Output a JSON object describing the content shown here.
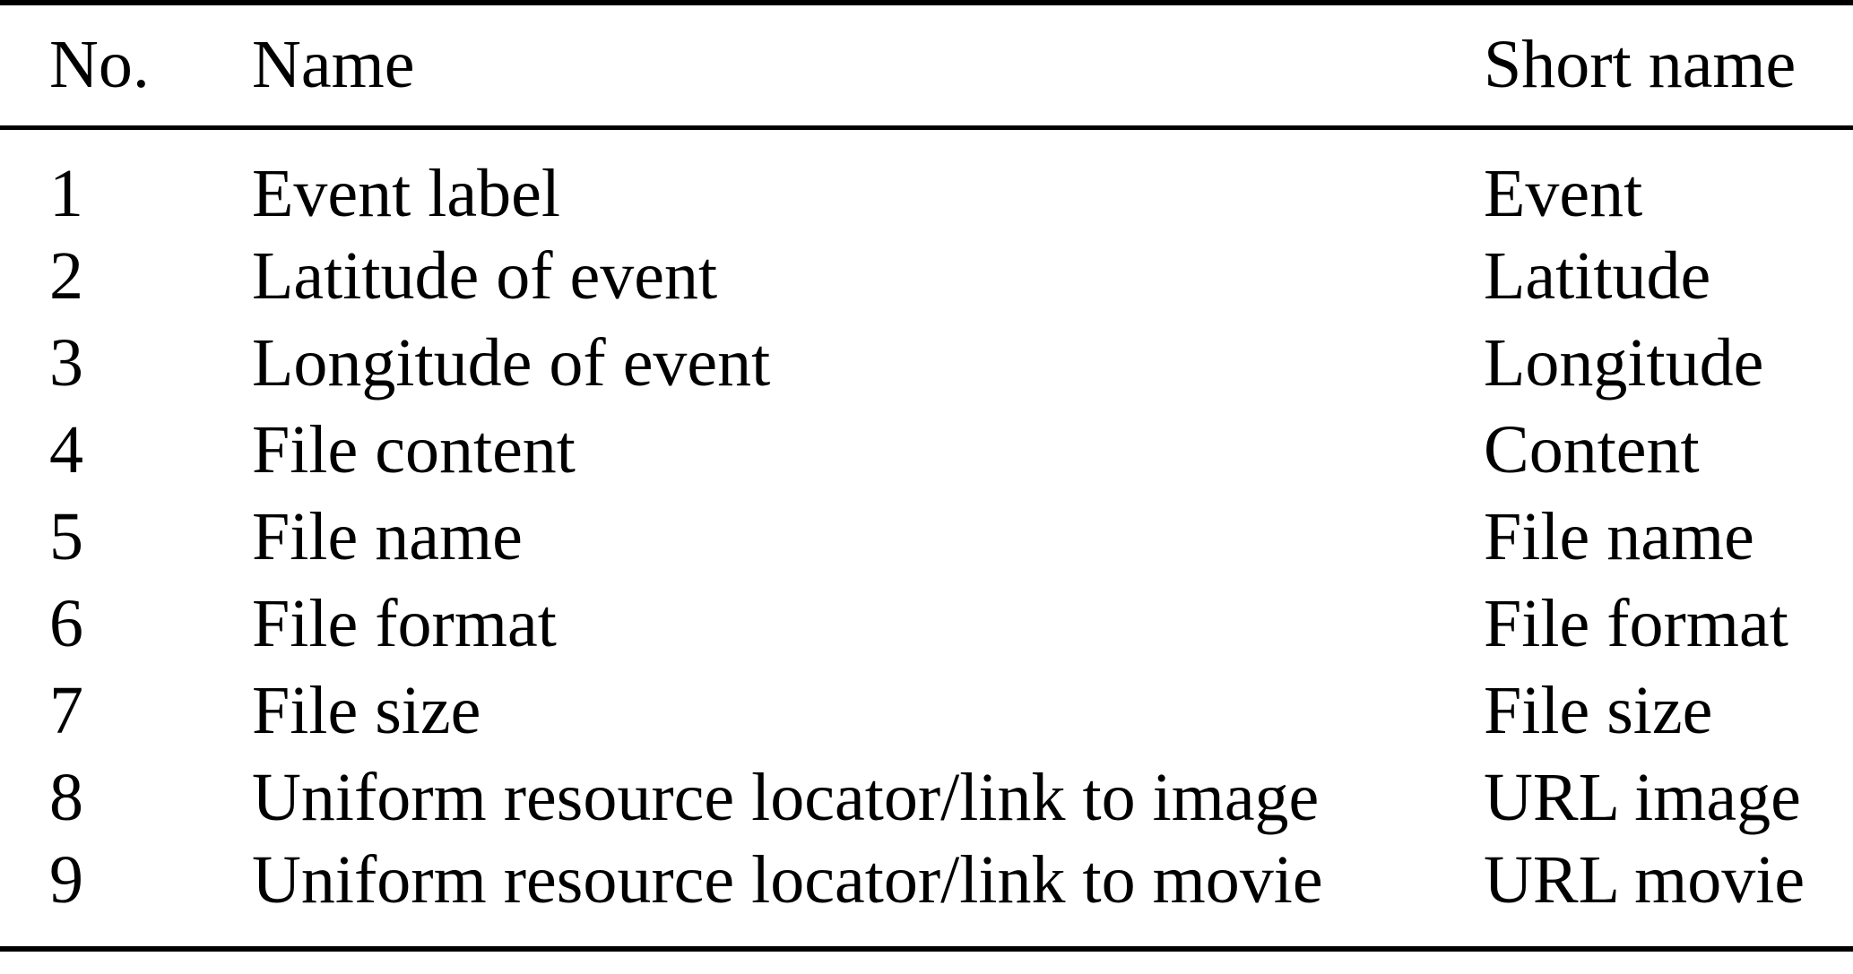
{
  "page": {
    "background_color": "#ffffff",
    "text_color": "#000000",
    "rule_color": "#000000"
  },
  "table": {
    "columns": [
      {
        "key": "no",
        "label": "No."
      },
      {
        "key": "name",
        "label": "Name"
      },
      {
        "key": "short_name",
        "label": "Short name"
      }
    ],
    "rows": [
      {
        "no": "1",
        "name": "Event label",
        "short_name": "Event"
      },
      {
        "no": "2",
        "name": "Latitude of event",
        "short_name": "Latitude"
      },
      {
        "no": "3",
        "name": "Longitude of event",
        "short_name": "Longitude"
      },
      {
        "no": "4",
        "name": "File content",
        "short_name": "Content"
      },
      {
        "no": "5",
        "name": "File name",
        "short_name": "File name"
      },
      {
        "no": "6",
        "name": "File format",
        "short_name": "File format"
      },
      {
        "no": "7",
        "name": "File size",
        "short_name": "File size"
      },
      {
        "no": "8",
        "name": "Uniform resource locator/link to image",
        "short_name": "URL image"
      },
      {
        "no": "9",
        "name": "Uniform resource locator/link to movie",
        "short_name": "URL movie"
      }
    ]
  }
}
